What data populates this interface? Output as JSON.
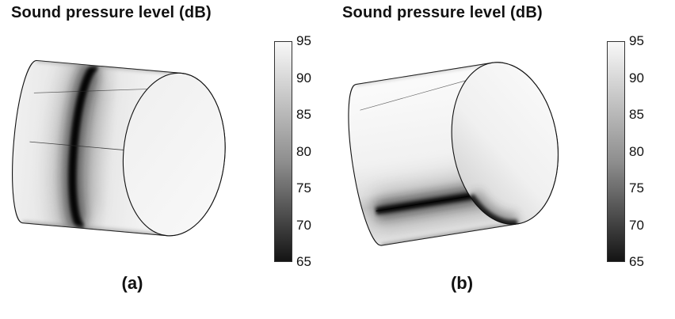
{
  "panels": [
    {
      "title": "Sound pressure level (dB)",
      "caption": "(a)",
      "colorbar": {
        "ticks": [
          95,
          90,
          85,
          80,
          75,
          70,
          65
        ],
        "min": 65,
        "max": 95,
        "top_color": "#f8f8f8",
        "bottom_color": "#141414"
      }
    },
    {
      "title": "Sound pressure level (dB)",
      "caption": "(b)",
      "colorbar": {
        "ticks": [
          95,
          90,
          85,
          80,
          75,
          70,
          65
        ],
        "min": 65,
        "max": 95,
        "top_color": "#f8f8f8",
        "bottom_color": "#141414"
      }
    }
  ],
  "chart_data": [
    {
      "type": "heatmap",
      "title": "Sound pressure level (dB)",
      "surface": "3D cylinder",
      "colormap": "grayscale (light = high SPL, dark = low SPL)",
      "value_range": [
        65,
        95
      ],
      "colorbar_ticks": [
        95,
        90,
        85,
        80,
        75,
        70,
        65
      ],
      "pattern": "dark low-SPL band (~65 dB) wrapping circumferentially around the cylinder near mid-length; remaining surface ~90-95 dB",
      "caption": "(a)",
      "legend_position": "right"
    },
    {
      "type": "heatmap",
      "title": "Sound pressure level (dB)",
      "surface": "3D cylinder",
      "colormap": "grayscale (light = high SPL, dark = low SPL)",
      "value_range": [
        65,
        95
      ],
      "colorbar_ticks": [
        95,
        90,
        85,
        80,
        75,
        70,
        65
      ],
      "pattern": "dark low-SPL band (~65 dB) running longitudinally along the cylinder side and continuing around the lower rim of the end cap; remaining surface ~90-95 dB",
      "caption": "(b)",
      "legend_position": "right"
    }
  ]
}
